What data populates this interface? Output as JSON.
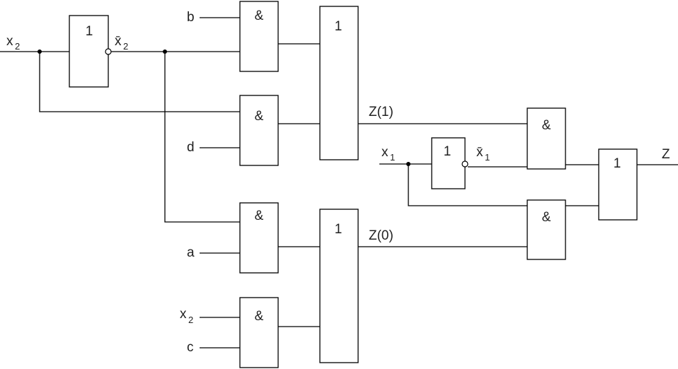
{
  "diagram": {
    "gate_or_symbol": "1",
    "gate_and_symbol": "&",
    "signals": {
      "x2": "x",
      "x2_sub": "2",
      "x2bar": "x̄",
      "x2bar_sub": "2",
      "x1": "x",
      "x1_sub": "1",
      "x1bar": "x̄",
      "x1bar_sub": "1",
      "b": "b",
      "d": "d",
      "a": "a",
      "c": "c",
      "z1": "Z(1)",
      "z0": "Z(0)",
      "z": "Z"
    }
  }
}
